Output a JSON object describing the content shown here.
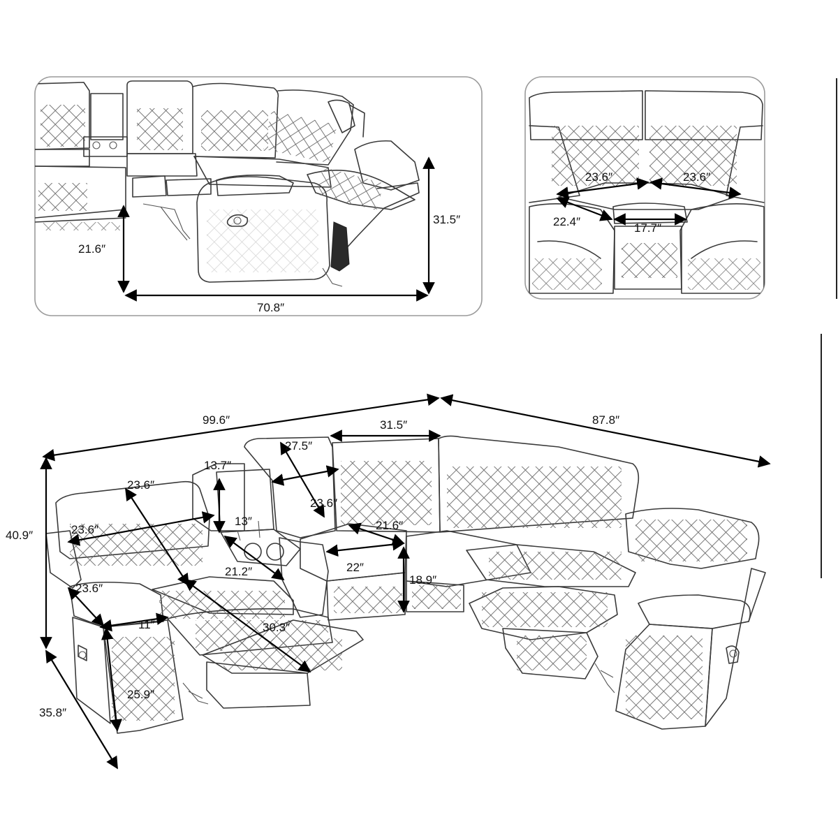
{
  "colors": {
    "background": "#ffffff",
    "line": "#000000",
    "sketch": "#3a3a3a",
    "panel_border": "#9a9a9a"
  },
  "panel_side": {
    "dimensions": {
      "seat_height": "21.6″",
      "total_height": "31.5″",
      "reclined_length": "70.8″"
    }
  },
  "panel_corner": {
    "dimensions": {
      "back_left": "23.6″",
      "back_right": "23.6″",
      "side": "22.4″",
      "front": "17.7″"
    }
  },
  "main_view": {
    "dimensions": {
      "total_left_width": "99.6″",
      "total_right_width": "87.8″",
      "corner_back_width": "31.5″",
      "back_top_depth": "27.5″",
      "console_height": "13.7″",
      "recliner_back_height": "23.6″",
      "recliner_width": "23.6″",
      "mid_seat_width": "23.6″",
      "seat_depth": "21.6″",
      "console_width": "13″",
      "console_depth": "21.2″",
      "mid_seat_front": "22″",
      "seat_height": "18.9″",
      "arm_height": "23.6″",
      "arm_width": "11″",
      "reclined_depth": "30.3″",
      "arm_length": "25.9″",
      "total_height": "40.9″",
      "total_depth": "35.8″"
    }
  }
}
